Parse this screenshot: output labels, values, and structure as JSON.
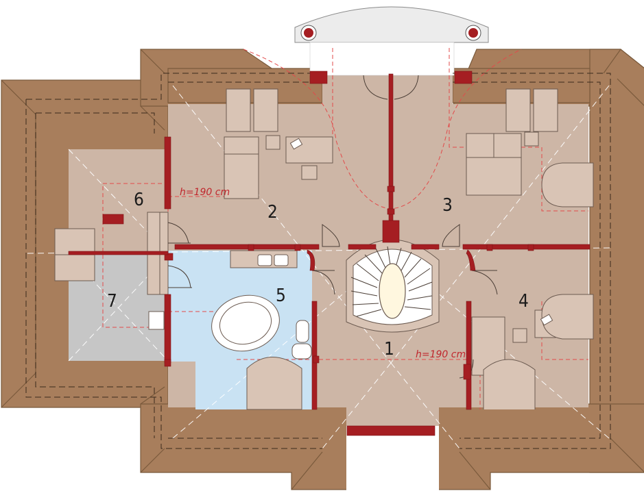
{
  "rooms": [
    {
      "number": "1"
    },
    {
      "number": "2"
    },
    {
      "number": "3"
    },
    {
      "number": "4"
    },
    {
      "number": "5"
    },
    {
      "number": "6"
    },
    {
      "number": "7"
    }
  ],
  "annotations": {
    "height_room2": "h=190 cm",
    "height_room1": "h=190 cm"
  },
  "colors": {
    "roof": "#a87e5c",
    "floor": "#cdb6a6",
    "bathroom": "#c9e2f3",
    "storage": "#c6c6c6",
    "wall": "#a51e22",
    "dimension_dash": "#e24a4a"
  }
}
